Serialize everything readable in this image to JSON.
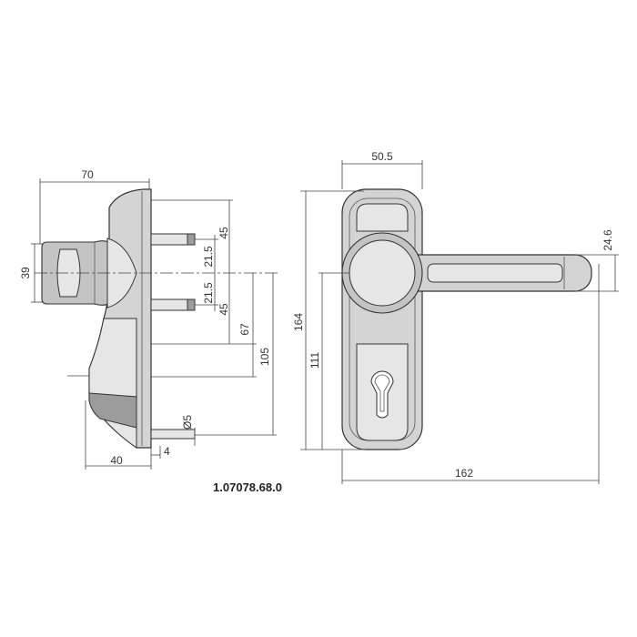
{
  "dimensions": {
    "side_width": "70",
    "side_height": "39",
    "pin_spacing_upper": "45",
    "pin_offset_upper": "21.5",
    "pin_offset_lower": "21.5",
    "pin_spacing_lower": "45",
    "pin_to_spindle": "67",
    "spindle_to_cylinder": "105",
    "pin_diameter": "Ø5",
    "base_depth": "40",
    "pin_length": "4",
    "front_width": "50.5",
    "front_height": "164",
    "spindle_height": "111",
    "lever_length": "162",
    "lever_diameter": "24.6"
  },
  "part_number": "1.07078.68.0"
}
